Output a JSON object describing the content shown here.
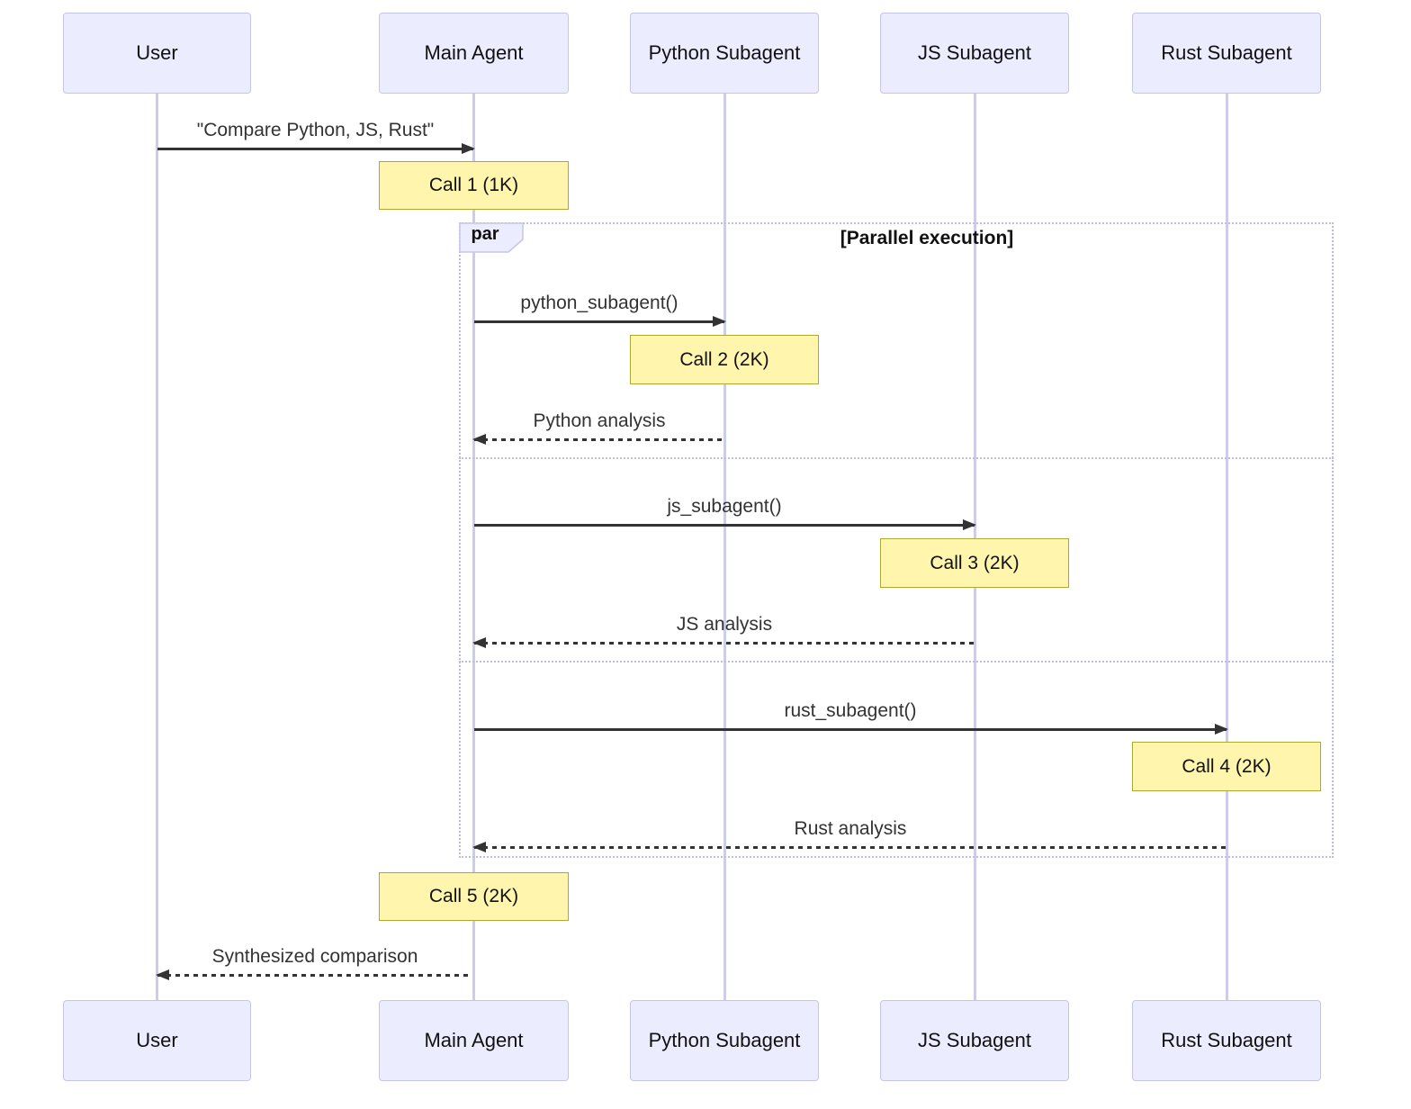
{
  "diagram": {
    "type": "sequence-diagram",
    "actors": [
      {
        "id": "user",
        "label": "User"
      },
      {
        "id": "main-agent",
        "label": "Main Agent"
      },
      {
        "id": "python-subagent",
        "label": "Python Subagent"
      },
      {
        "id": "js-subagent",
        "label": "JS Subagent"
      },
      {
        "id": "rust-subagent",
        "label": "Rust Subagent"
      }
    ],
    "messages": [
      {
        "from": "User",
        "to": "Main Agent",
        "style": "solid",
        "label": "\"Compare Python, JS, Rust\""
      },
      {
        "from": "Main Agent",
        "to": "Python Subagent",
        "style": "solid",
        "label": "python_subagent()"
      },
      {
        "from": "Python Subagent",
        "to": "Main Agent",
        "style": "dashed",
        "label": "Python analysis"
      },
      {
        "from": "Main Agent",
        "to": "JS Subagent",
        "style": "solid",
        "label": "js_subagent()"
      },
      {
        "from": "JS Subagent",
        "to": "Main Agent",
        "style": "dashed",
        "label": "JS analysis"
      },
      {
        "from": "Main Agent",
        "to": "Rust Subagent",
        "style": "solid",
        "label": "rust_subagent()"
      },
      {
        "from": "Rust Subagent",
        "to": "Main Agent",
        "style": "dashed",
        "label": "Rust analysis"
      },
      {
        "from": "Main Agent",
        "to": "User",
        "style": "dashed",
        "label": "Synthesized comparison"
      }
    ],
    "notes": [
      {
        "over": "Main Agent",
        "label": "Call 1 (1K)"
      },
      {
        "over": "Python Subagent",
        "label": "Call 2 (2K)"
      },
      {
        "over": "JS Subagent",
        "label": "Call 3 (2K)"
      },
      {
        "over": "Rust Subagent",
        "label": "Call 4 (2K)"
      },
      {
        "over": "Main Agent",
        "label": "Call 5 (2K)"
      }
    ],
    "par_frame": {
      "operator": "par",
      "condition": "[Parallel execution]"
    },
    "colors": {
      "actor_fill": "#ECECFF",
      "actor_border": "#C5C5EC",
      "lifeline": "#CDCDE9",
      "note_fill": "#FFF5AD",
      "note_border": "#AAAA33",
      "frame_border": "#BDBDE0",
      "message_line": "#333333",
      "message_text": "#333333",
      "background": "#FFFFFF"
    }
  }
}
